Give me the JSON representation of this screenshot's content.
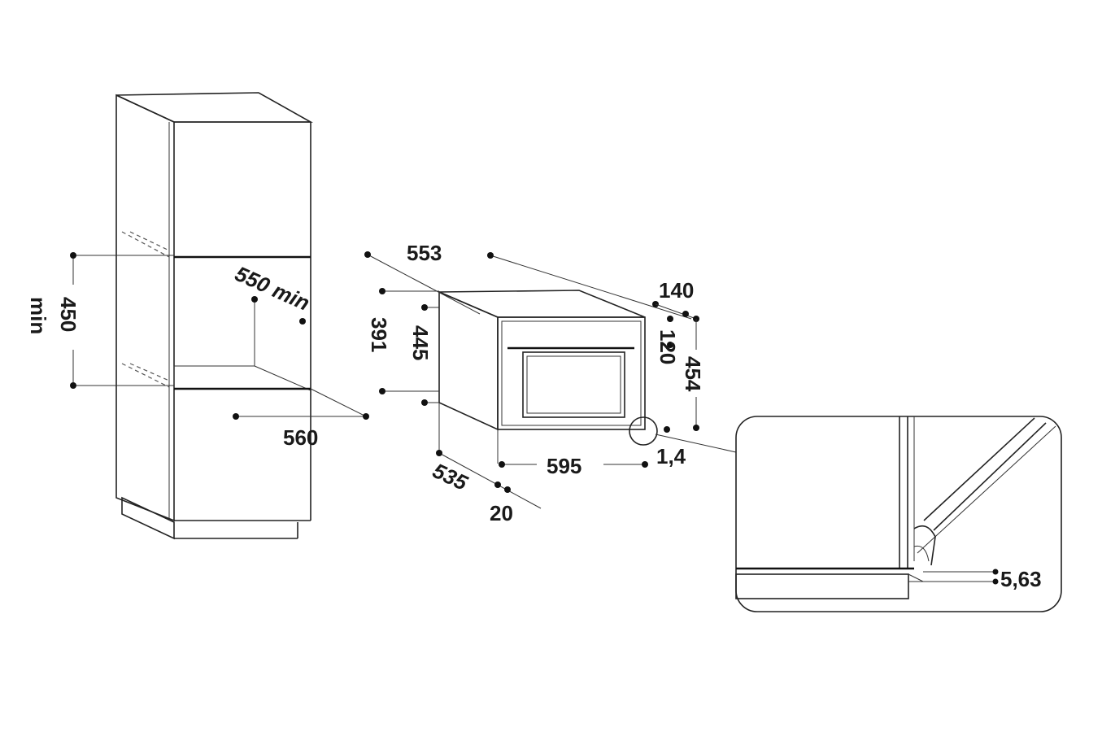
{
  "labels": {
    "niche_depth": "550 min",
    "niche_height": "450",
    "niche_height_suffix": "min",
    "niche_width": "560",
    "oven_depth_top": "553",
    "dim_140": "140",
    "dim_120": "120",
    "dim_391": "391",
    "dim_445": "445",
    "dim_454": "454",
    "dim_595": "595",
    "dim_1_4": "1,4",
    "dim_535": "535",
    "dim_20": "20",
    "detail_5_63": "5,63"
  },
  "colors": {
    "line": "#222222",
    "text": "#1a1a1a",
    "background": "#ffffff"
  }
}
